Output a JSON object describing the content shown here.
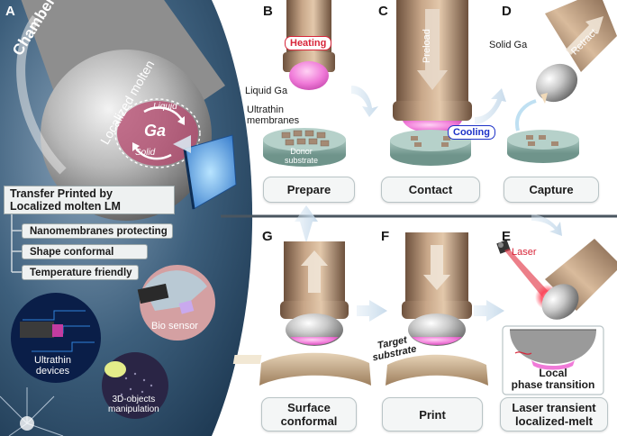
{
  "panel_letters": {
    "a": "A",
    "b": "B",
    "c": "C",
    "d": "D",
    "e": "E",
    "f": "F",
    "g": "G"
  },
  "panel_a": {
    "chamber": "Chamber",
    "localized_molten": "Localized molten",
    "ga": "Ga",
    "liquid": "Liquid",
    "solid": "Solid",
    "title_line1": "Transfer Printed by",
    "title_line2": "Localized molten LM",
    "features": [
      "Nanomembranes protecting",
      "Shape conformal",
      "Temperature friendly"
    ],
    "bio_sensor": "Bio sensor",
    "ultrathin_line1": "Ultrathin",
    "ultrathin_line2": "devices",
    "objects_line1": "3D-objects",
    "objects_line2": "manipulation"
  },
  "panel_b": {
    "heating": "Heating",
    "liquid_ga": "Liquid Ga",
    "membranes_line1": "Ultrathin",
    "membranes_line2": "membranes",
    "donor_line1": "Donor",
    "donor_line2": "substrate",
    "caption": "Prepare"
  },
  "panel_c": {
    "preload": "Preload",
    "cooling": "Cooling",
    "caption": "Contact"
  },
  "panel_d": {
    "solid_ga": "Solid Ga",
    "retract": "Retract",
    "caption": "Capture"
  },
  "panel_e": {
    "laser": "Laser",
    "local_line1": "Local",
    "local_line2": "phase transition",
    "caption_line1": "Laser transient",
    "caption_line2": "localized-melt"
  },
  "panel_f": {
    "target_line1": "Target",
    "target_line2": "substrate",
    "caption": "Print"
  },
  "panel_g": {
    "caption_line1": "Surface",
    "caption_line2": "conformal"
  },
  "colors": {
    "heating_red": "#d8263a",
    "cooling_blue": "#1d32c8",
    "ga_pink": "#f07ad8",
    "substrate_teal": "#8fb0a8",
    "tip_bronze": "#a8866a",
    "panel_a_bg": "#2a4a66"
  }
}
